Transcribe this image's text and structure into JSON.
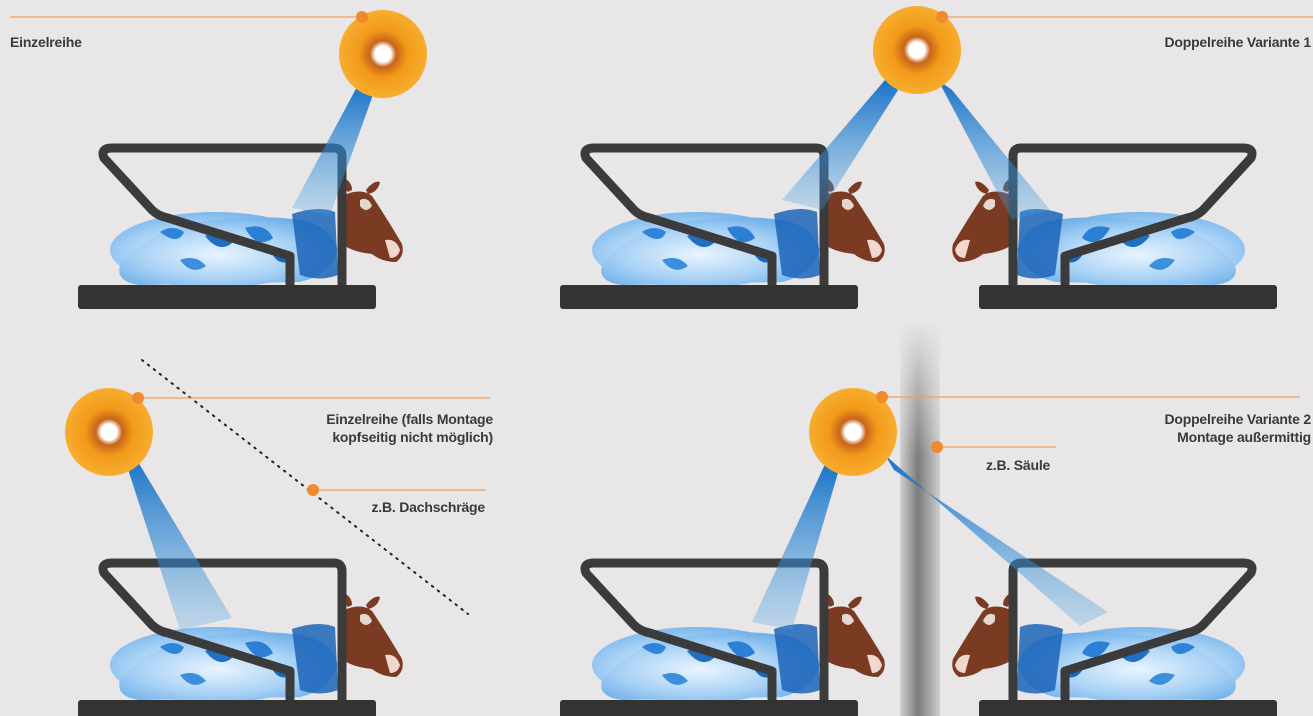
{
  "labels": {
    "single_row": "Einzelreihe",
    "double_row_v1": "Doppelreihe Variante 1",
    "single_row_alt_line1": "Einzelreihe (falls Montage",
    "single_row_alt_line2": "kopfseitig nicht möglich)",
    "roof_slope": "z.B. Dachschräge",
    "double_row_v2_line1": "Doppelreihe Variante 2",
    "double_row_v2_line2": "Montage außermittig",
    "pillar": "z.B. Säule"
  },
  "colors": {
    "background": "#e8e6e6",
    "leader_line": "#f0a060",
    "lamp_orange": "#f5a11c",
    "light_beam": "#1a7fd0",
    "stall_frame": "#3b3b3b",
    "cow_tint_blue": "#4aa3e8",
    "cow_brown": "#7a3b22"
  }
}
